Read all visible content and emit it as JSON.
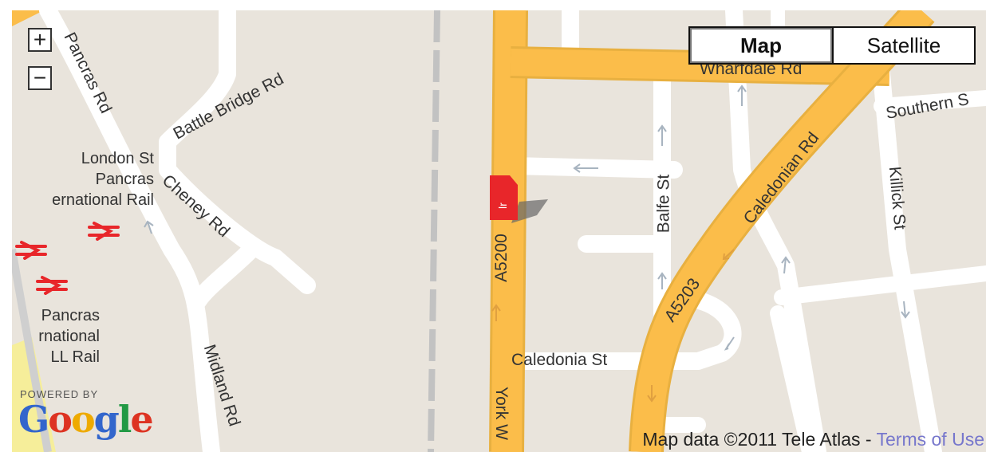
{
  "map": {
    "controls": {
      "zoom_in": "+",
      "zoom_out": "−",
      "map_type_options": [
        "Map",
        "Satellite"
      ],
      "selected_map_type": "Map"
    },
    "road_labels": [
      "Pancras Rd",
      "Battle Bridge Rd",
      "Cheney Rd",
      "Midland Rd",
      "A5200",
      "York W",
      "Wharfdale Rd",
      "Southern S",
      "Caledonian Rd",
      "A5203",
      "Balfe St",
      "Killick St",
      "Caledonia St"
    ],
    "poi_labels": [
      [
        "London St",
        "Pancras",
        "ernational Rail"
      ],
      [
        "Pancras",
        "rnational",
        "LL Rail"
      ]
    ],
    "rail_icon": "national-rail-icon",
    "marker_icon": "red-map-marker-icon",
    "attribution": {
      "text": "Map data ©2011 Tele Atlas - ",
      "link": "Terms of Use"
    },
    "branding": {
      "powered_by": "POWERED BY",
      "logo_letters": [
        "G",
        "o",
        "o",
        "g",
        "l",
        "e"
      ],
      "logo_colors": [
        "#3366cc",
        "#dd3322",
        "#eeaa00",
        "#3366cc",
        "#229944",
        "#dd3322"
      ]
    },
    "colors": {
      "background": "#e9e4dc",
      "minor_road": "#ffffff",
      "major_road": "#fbbd4a",
      "road_edge": "#d9c9a8",
      "rail_line": "#b8b8b8",
      "marker": "#e8262a",
      "rail_icon": "#e8262a"
    }
  }
}
